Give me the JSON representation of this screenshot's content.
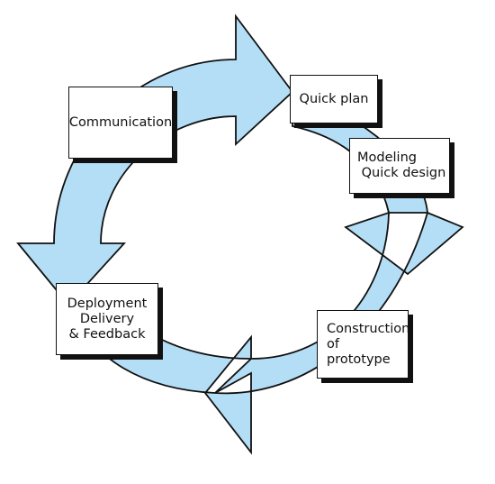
{
  "stages": [
    {
      "id": "communication",
      "label": "Communication"
    },
    {
      "id": "quick-plan",
      "label": "Quick plan"
    },
    {
      "id": "modeling",
      "label": "Modeling\n Quick design"
    },
    {
      "id": "construction",
      "label": "Construction\nof\nprototype"
    },
    {
      "id": "deployment",
      "label": "Deployment\nDelivery\n& Feedback"
    }
  ],
  "colors": {
    "ring_fill": "#b3def6",
    "ring_stroke": "#111111",
    "box_fill": "#ffffff",
    "box_shadow": "#111111"
  }
}
